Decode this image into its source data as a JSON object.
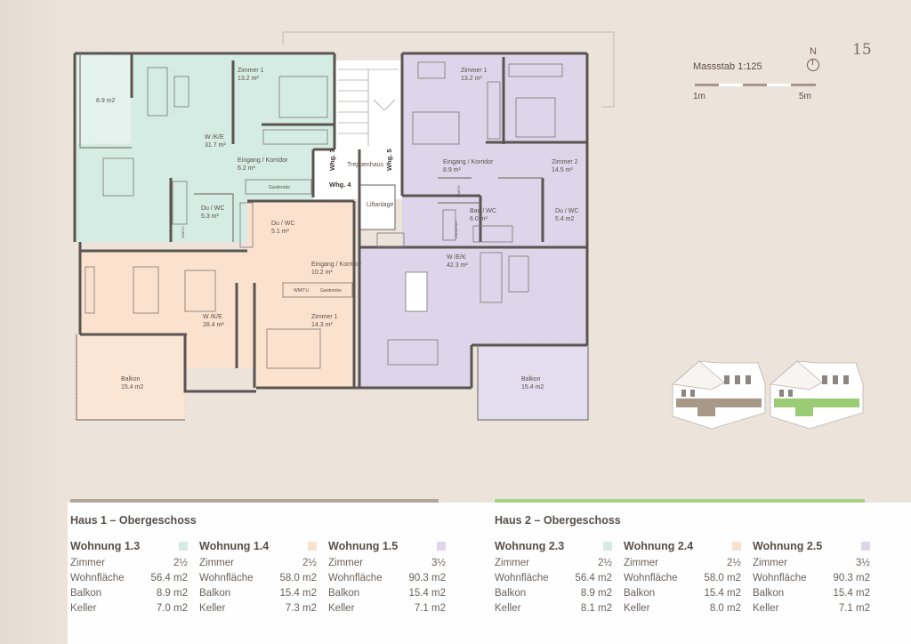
{
  "page_number": "15",
  "compass": "N",
  "scale": {
    "label": "Massstab 1:125",
    "left": "1m",
    "right": "5m"
  },
  "colors": {
    "green": "#d4ece4",
    "peach": "#fbe2cf",
    "purple": "#ded5ea",
    "accent_left": "#b5a69b",
    "accent_right": "#a9d383",
    "beige": "#ece3db"
  },
  "rooms": {
    "zimmer1_a": {
      "name": "Zimmer 1",
      "area": "13.2 m²"
    },
    "wk_a": {
      "name": "W /K/E",
      "area": "31.7 m²"
    },
    "eingang_a": {
      "name": "Eingang / Korridor",
      "area": "6.2 m²"
    },
    "du_a": {
      "name": "Du / WC",
      "area": "5.3 m²"
    },
    "du_b": {
      "name": "Du / WC",
      "area": "5.1 m²"
    },
    "eingang_b": {
      "name": "Eingang / Korridor",
      "area": "10.2 m²"
    },
    "wk_b": {
      "name": "W /K/E",
      "area": "28.4 m²"
    },
    "zimmer1_b": {
      "name": "Zimmer 1",
      "area": "14.3 m²"
    },
    "balkon_b": {
      "name": "Balkon",
      "area": "15.4 m2"
    },
    "zimmer1_c": {
      "name": "Zimmer 1",
      "area": "13.2 m²"
    },
    "eingang_c": {
      "name": "Eingang / Korridor",
      "area": "8.9 m²"
    },
    "zimmer2_c": {
      "name": "Zimmer 2",
      "area": "14.5 m²"
    },
    "bad_c": {
      "name": "Bad / WC",
      "area": "6.0 m²"
    },
    "du_c": {
      "name": "Du / WC",
      "area": "5.4 m2"
    },
    "wek_c": {
      "name": "W /E/K",
      "area": "42.3 m²"
    },
    "balkon_c": {
      "name": "Balkon",
      "area": "15.4 m2"
    },
    "balkon_a": {
      "area": "8.9 m2"
    },
    "treppenhaus": "Treppenhaus",
    "liftanlage": "Liftanlage",
    "whg3": "Whg. 3",
    "whg4": "Whg. 4",
    "whg5": "Whg. 5",
    "garderobe": "Garderobe",
    "wm": "WM/TU"
  },
  "haus1": {
    "title": "Haus 1 – Obergeschoss",
    "units": [
      {
        "name": "Wohnung 1.3",
        "color": "#d4ece4",
        "rows": [
          [
            "Zimmer",
            "2½"
          ],
          [
            "Wohnfläche",
            "56.4 m2"
          ],
          [
            "Balkon",
            "8.9 m2"
          ],
          [
            "Keller",
            "7.0 m2"
          ]
        ]
      },
      {
        "name": "Wohnung 1.4",
        "color": "#fbe2cf",
        "rows": [
          [
            "Zimmer",
            "2½"
          ],
          [
            "Wohnfläche",
            "58.0 m2"
          ],
          [
            "Balkon",
            "15.4 m2"
          ],
          [
            "Keller",
            "7.3 m2"
          ]
        ]
      },
      {
        "name": "Wohnung 1.5",
        "color": "#ded5ea",
        "rows": [
          [
            "Zimmer",
            "3½"
          ],
          [
            "Wohnfläche",
            "90.3 m2"
          ],
          [
            "Balkon",
            "15.4 m2"
          ],
          [
            "Keller",
            "7.1 m2"
          ]
        ]
      }
    ]
  },
  "haus2": {
    "title": "Haus 2 – Obergeschoss",
    "units": [
      {
        "name": "Wohnung 2.3",
        "color": "#d4ece4",
        "rows": [
          [
            "Zimmer",
            "2½"
          ],
          [
            "Wohnfläche",
            "56.4 m2"
          ],
          [
            "Balkon",
            "8.9 m2"
          ],
          [
            "Keller",
            "8.1 m2"
          ]
        ]
      },
      {
        "name": "Wohnung 2.4",
        "color": "#fbe2cf",
        "rows": [
          [
            "Zimmer",
            "2½"
          ],
          [
            "Wohnfläche",
            "58.0 m2"
          ],
          [
            "Balkon",
            "15.4 m2"
          ],
          [
            "Keller",
            "8.0 m2"
          ]
        ]
      },
      {
        "name": "Wohnung 2.5",
        "color": "#ded5ea",
        "rows": [
          [
            "Zimmer",
            "3½"
          ],
          [
            "Wohnfläche",
            "90.3 m2"
          ],
          [
            "Balkon",
            "15.4 m2"
          ],
          [
            "Keller",
            "7.1 m2"
          ]
        ]
      }
    ]
  }
}
